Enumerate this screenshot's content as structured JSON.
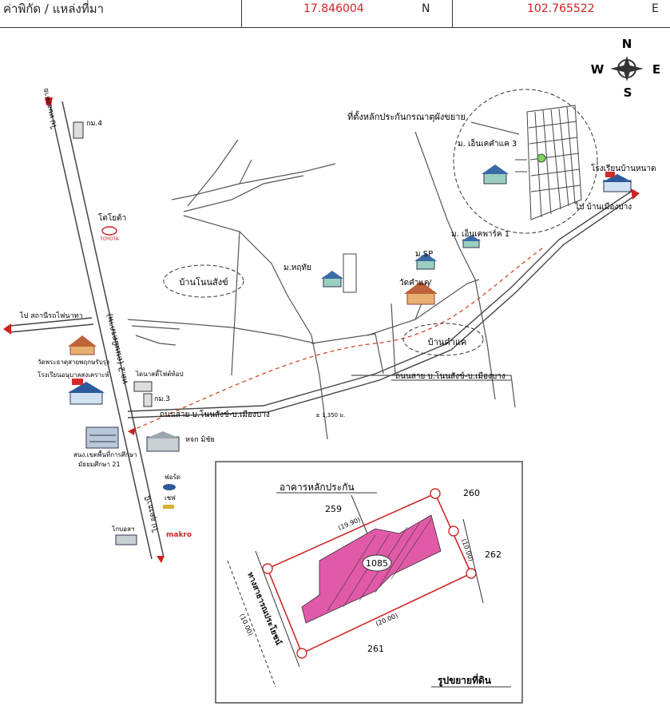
{
  "header": {
    "label": "ค่าพิกัด / แหล่งที่มา",
    "lat_value": "17.846004",
    "lat_dir": "N",
    "lon_value": "102.765522",
    "lon_dir": "E"
  },
  "compass": {
    "n": "N",
    "s": "S",
    "e": "E",
    "w": "W"
  },
  "map_labels": {
    "highway_top": "ไป หนองคาย",
    "highway_bottom": "ไป อุดรธานี",
    "highway_name": "ทล.2 (ถนนมิตรภาพ)",
    "to_railway": "ไป สถานีรถไฟนาทา",
    "km4": "กม.4",
    "km3": "กม.3",
    "toyota": "โตโยต้า",
    "toyota_logo": "TOYOTA",
    "village_nonsang": "บ้านโนนสังข์",
    "village_kham": "บ้านคำแค",
    "muban_huttai": "ม.หฤทัย",
    "muban_sp": "ม.SP",
    "wat_khamkhae": "วัดคำแค",
    "muban_enkae3": "ม. เอ็นเคคำแค 3",
    "muban_npark1": "ม. เอ็นเคพาร์ค 1",
    "school_nong": "โรงเรียนบ้านหนาด",
    "to_muang": "ไป บ้านเมืองบาง",
    "pledge_site": "ที่ตั้งหลักประกันกรณาตุผังขยาย",
    "wat_phra": "วัดพระธาตุสายพฤกษรับรุง",
    "school_anuban": "โรงเรียนอนุบาลสงเคราะห์",
    "nai_nam": "ไดนาสตี้โฟต์ท้อป",
    "road_lower": "ถนนสาย บ.โนนสังข์-บ.เมืองบาง",
    "road_upper": "ถนนสาย บ.โนนสังข์-บ.เมืองบาง",
    "distance": "± 1,350 ม.",
    "edu_office": "สนง.เขตพื้นที่การศึกษา",
    "edu_office2": "มัธยมศึกษา 21",
    "hangar": "หจก มิชัย",
    "ford": "ฟอร์ด",
    "chevy": "เชฟ",
    "makro": "makro",
    "cocacola": "โกบอลฯ"
  },
  "inset": {
    "title": "อาคารหลักประกัน",
    "parcel": "1085",
    "north_plot": "259",
    "ne_plot": "260",
    "east_plot": "262",
    "south_plot": "261",
    "dim_top": "(19.90)",
    "dim_right": "(10.00)",
    "dim_bottom": "(20.00)",
    "dim_left": "(10.00)",
    "road_public": "ทางสาธารณประโยชน์",
    "caption": "รูปขยายที่ดิน"
  }
}
